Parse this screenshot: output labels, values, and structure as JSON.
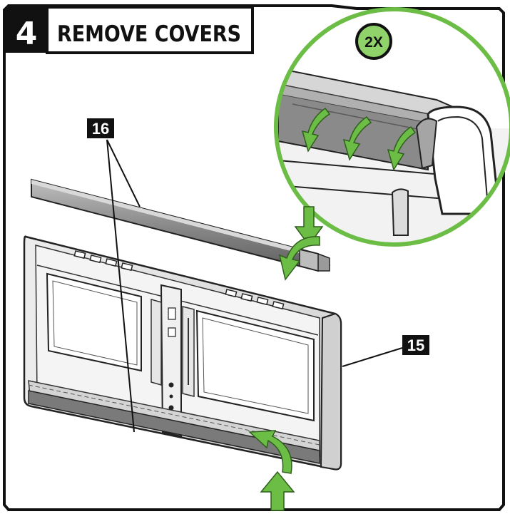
{
  "step": {
    "number": "4",
    "title": "REMOVE COVERS"
  },
  "inset": {
    "quantity": "2X"
  },
  "callouts": {
    "cover_part": "16",
    "frame_part": "15"
  },
  "colors": {
    "arrow_green": "#6cbd45",
    "circle_green": "#6cbd45",
    "badge_fill": "#8fd36a",
    "panel_black": "#111111",
    "cover_gray": "#8c8c8c"
  },
  "icons": [
    "green-curved-arrow",
    "green-straight-arrow"
  ]
}
